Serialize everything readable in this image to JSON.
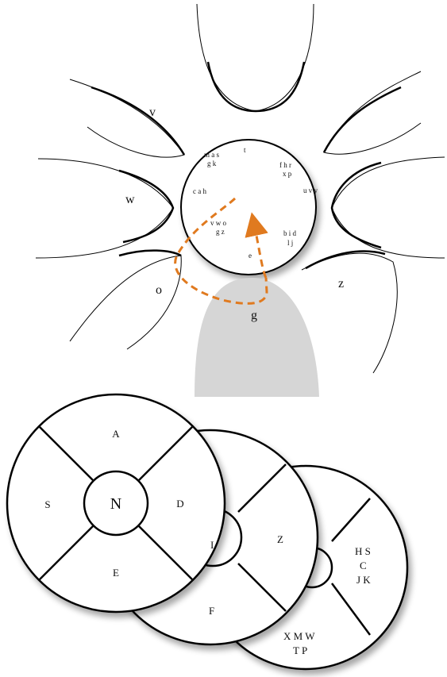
{
  "top_diagram": {
    "petal_letters": {
      "v": "v",
      "w": "w",
      "o": "o",
      "g": "g",
      "z": "z"
    },
    "hub_groups": {
      "top_left_1": "m a s",
      "top_left_2": "g k",
      "top": "t",
      "top_right_1": "f h r",
      "top_right_2": "x p",
      "left": "c a h",
      "right": "u v y",
      "center_1": "v w o",
      "center_2": "g z",
      "bottom_right_1": "b i d",
      "bottom_right_2": "l j",
      "bottom": "e"
    },
    "colors": {
      "gesture": "#e07a1f",
      "finger": "#d6d6d6",
      "outline": "#000000"
    }
  },
  "bottom_diagram": {
    "front_disc": {
      "top": "A",
      "left": "S",
      "right": "D",
      "bottom": "E",
      "center": "N"
    },
    "middle_disc": {
      "right": "Z",
      "bottom": "F",
      "center_partial": "I"
    },
    "back_disc": {
      "right_1": "H S",
      "right_2": "C",
      "right_3": "J K",
      "bottom_1": "X M W",
      "bottom_2": "T P"
    }
  }
}
